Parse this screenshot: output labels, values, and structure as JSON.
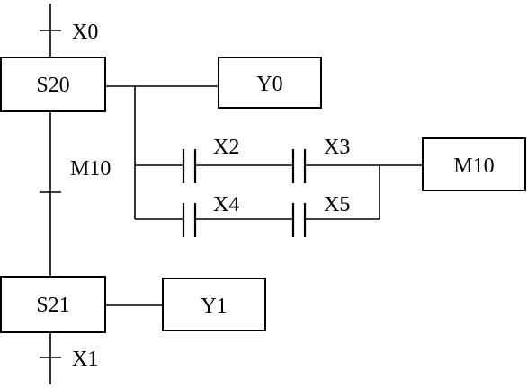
{
  "steps": {
    "s20": "S20",
    "s21": "S21"
  },
  "outputs": {
    "y0": "Y0",
    "y1": "Y1",
    "m10": "M10"
  },
  "transitions": {
    "top": "X0",
    "middle": "M10",
    "bottom": "X1"
  },
  "contacts": {
    "x2": "X2",
    "x3": "X3",
    "x4": "X4",
    "x5": "X5"
  }
}
